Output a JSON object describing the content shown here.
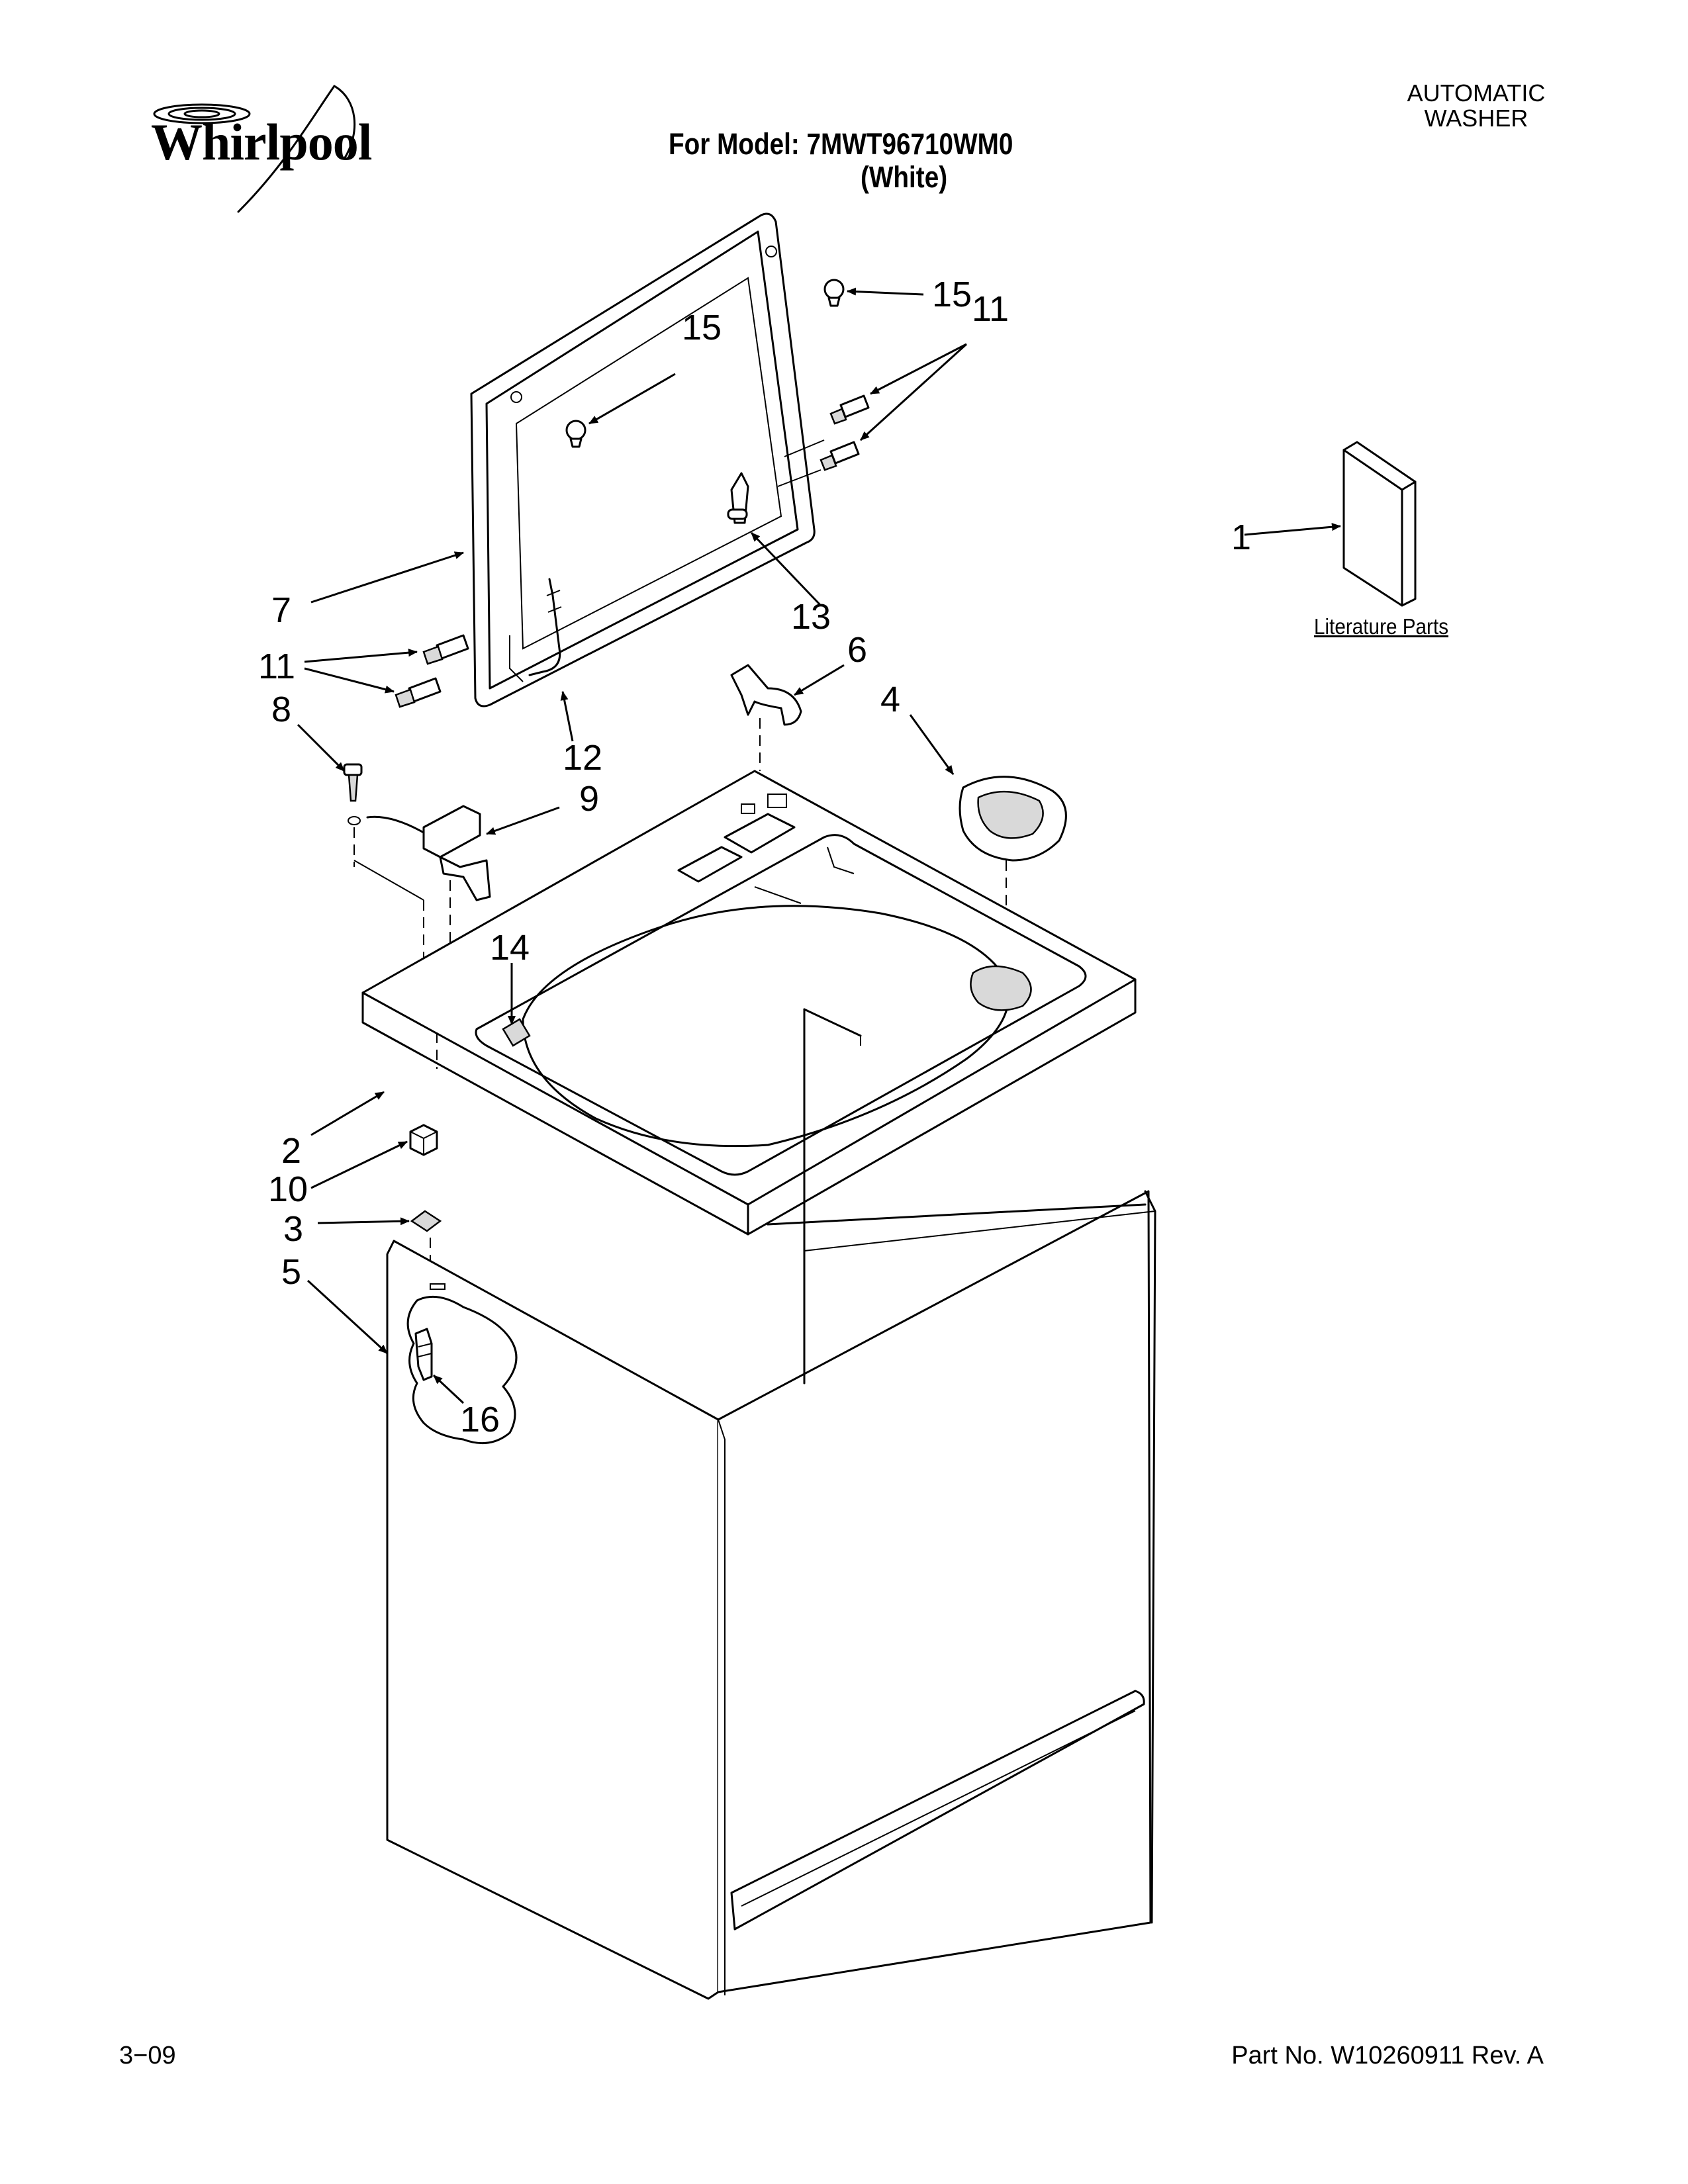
{
  "header": {
    "brand": "Whirlpool",
    "model_line": "For Model: 7MWT96710WM0",
    "color_line": "(White)",
    "product_line1": "AUTOMATIC",
    "product_line2": "WASHER"
  },
  "literature": {
    "label": "Literature Parts"
  },
  "callouts": [
    {
      "id": "c15a",
      "label": "15"
    },
    {
      "id": "c15b",
      "label": "15"
    },
    {
      "id": "c11a",
      "label": "11"
    },
    {
      "id": "c11b",
      "label": "11"
    },
    {
      "id": "c1",
      "label": "1"
    },
    {
      "id": "c7",
      "label": "7"
    },
    {
      "id": "c13",
      "label": "13"
    },
    {
      "id": "c6",
      "label": "6"
    },
    {
      "id": "c4",
      "label": "4"
    },
    {
      "id": "c8",
      "label": "8"
    },
    {
      "id": "c12",
      "label": "12"
    },
    {
      "id": "c9",
      "label": "9"
    },
    {
      "id": "c14",
      "label": "14"
    },
    {
      "id": "c2",
      "label": "2"
    },
    {
      "id": "c10",
      "label": "10"
    },
    {
      "id": "c3",
      "label": "3"
    },
    {
      "id": "c5",
      "label": "5"
    },
    {
      "id": "c16",
      "label": "16"
    }
  ],
  "footer": {
    "date": "3−09",
    "part_number": "Part No. W10260911 Rev. A"
  }
}
